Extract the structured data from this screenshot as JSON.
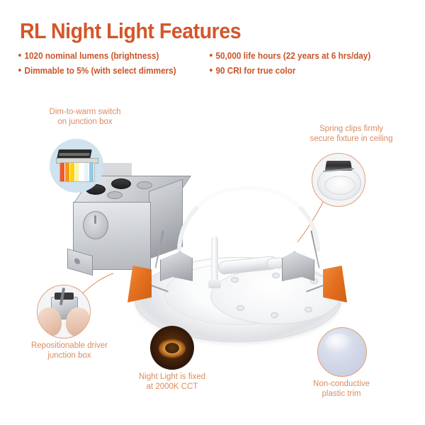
{
  "header": {
    "title": "RL Night Light Features",
    "title_color": "#D4562A",
    "bullet_color": "#C8552B",
    "bullets_left": [
      "1020 nominal lumens (brightness)",
      "Dimmable to 5% (with select dimmers)"
    ],
    "bullets_right": [
      "50,000 life hours (22 years at 6 hrs/day)",
      "90 CRI for true color"
    ]
  },
  "diagram": {
    "leader_color": "#D98C5F",
    "accent_orange": "#E3701F",
    "callouts": [
      {
        "id": "dim-to-warm",
        "label_line1": "Dim-to-warm switch",
        "label_line2": "on junction box",
        "inset_name": "dip-switch-photo"
      },
      {
        "id": "spring-clips",
        "label_line1": "Spring clips firmly",
        "label_line2": "secure fixture in ceiling",
        "inset_name": "spring-clip-photo"
      },
      {
        "id": "repositionable-driver",
        "label_line1": "Repositionable driver",
        "label_line2": "junction box",
        "inset_name": "hands-holding-junction-box-photo"
      },
      {
        "id": "night-light",
        "label_line1": "Night Light is fixed",
        "label_line2": "at 2000K CCT",
        "inset_name": "night-light-glow-photo"
      },
      {
        "id": "plastic-trim",
        "label_line1": "Non-conductive",
        "label_line2": "plastic trim",
        "inset_name": "plastic-trim-photo"
      }
    ],
    "product": {
      "junction_box_name": "driver-junction-box",
      "downlight_name": "recessed-downlight-fixture"
    }
  }
}
